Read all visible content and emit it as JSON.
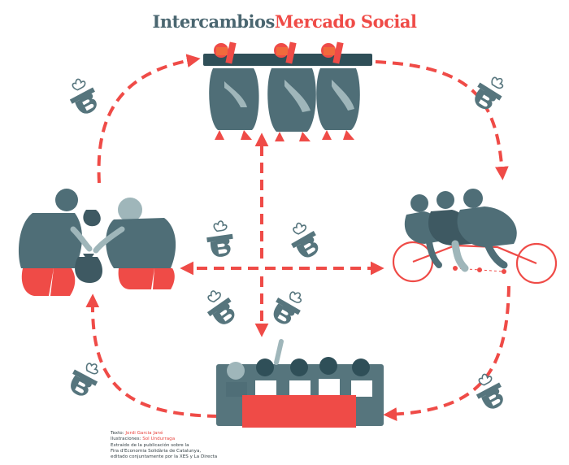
{
  "header": {
    "title_part1": "Intercambios",
    "title_part2": "Mercado Social"
  },
  "credits": {
    "text_label": "Texto:",
    "text_author": "Jordi Garcia Jané",
    "illustration_label": "Ilustraciones:",
    "illustration_author": "Sol Undurraga",
    "line3": "Extraído de la publicación sobre la",
    "line4": "Fira d'Economia Solidària de Catalunya,",
    "line5": "editado conjuntamente por la XES y La Directa"
  },
  "colors": {
    "slate": "#4f6e77",
    "slate_dark": "#3e5962",
    "slate_light": "#9fb6ba",
    "accent": "#ef4b47",
    "accent_dark": "#e8453f",
    "skin": "#f06a3c"
  },
  "icons": [
    "currency-coin-icon-top-left",
    "currency-coin-icon-top-right",
    "currency-coin-icon-center-left",
    "currency-coin-icon-center-right",
    "currency-coin-icon-lower-left",
    "currency-coin-icon-lower-center",
    "currency-coin-icon-bottom-left",
    "currency-coin-icon-bottom-right"
  ]
}
